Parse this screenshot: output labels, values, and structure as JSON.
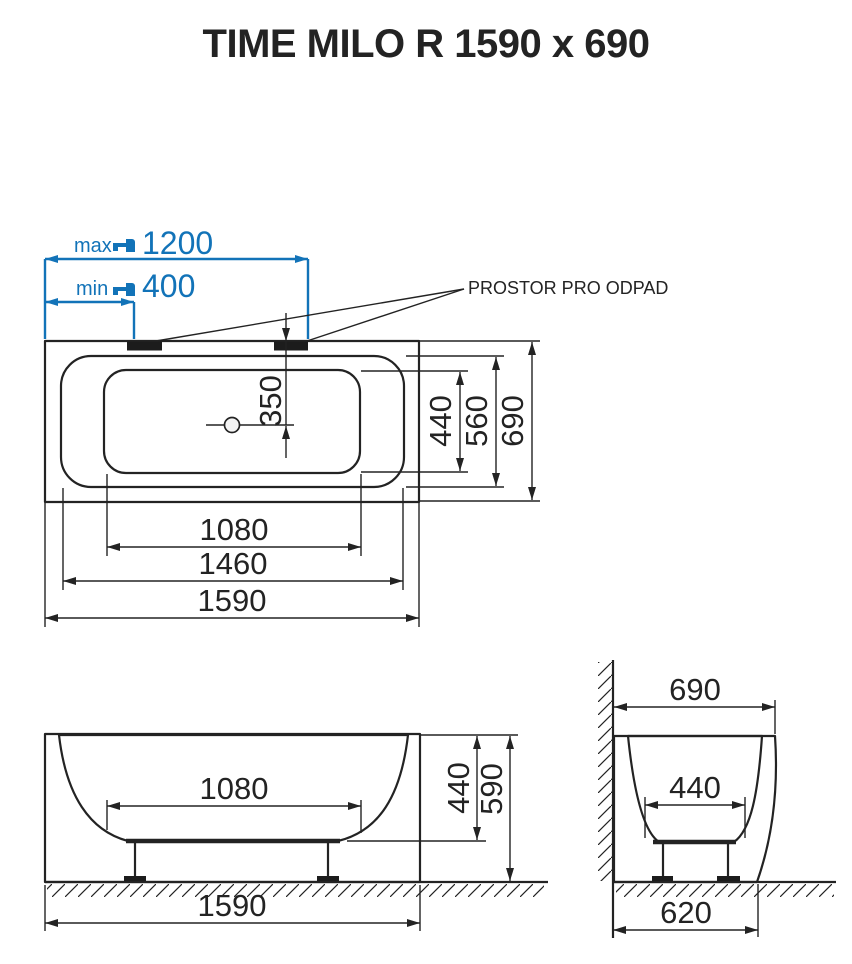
{
  "title": "TIME MILO R 1590 x 690",
  "colors": {
    "accent_blue": "#1273b8",
    "line": "#232323",
    "tub_fill": "#eaeaea",
    "basin_fill": "#f4f4f4"
  },
  "installation": {
    "max_label": "max",
    "max_value": "1200",
    "min_label": "min",
    "min_value": "400"
  },
  "note": {
    "drain_space": "PROSTOR PRO ODPAD"
  },
  "top_view": {
    "drain_offset": "350",
    "bottom_width": "440",
    "rim_width": "560",
    "overall_width": "690",
    "bottom_length": "1080",
    "rim_length": "1460",
    "overall_length": "1590"
  },
  "front_view": {
    "bottom_length": "1080",
    "inner_depth": "440",
    "overall_height": "590",
    "overall_length": "1590"
  },
  "side_view": {
    "overall_width": "690",
    "bottom_width": "440",
    "base_width": "620"
  }
}
